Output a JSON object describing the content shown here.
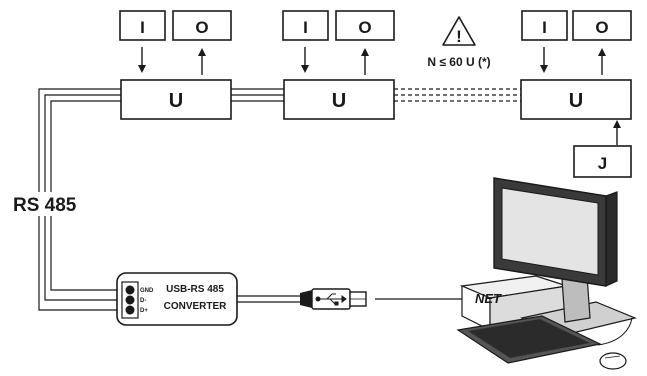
{
  "io_groups": [
    {
      "input_label": "I",
      "output_label": "O",
      "unit_label": "U"
    },
    {
      "input_label": "I",
      "output_label": "O",
      "unit_label": "U"
    },
    {
      "input_label": "I",
      "output_label": "O",
      "unit_label": "U"
    }
  ],
  "warning": {
    "symbol": "!",
    "text": "N ≤ 60 U (*)"
  },
  "j_label": "J",
  "bus_label": "RS 485",
  "converter": {
    "title_line1": "USB-RS 485",
    "title_line2": "CONVERTER",
    "pins": [
      "GND",
      "D-",
      "D+"
    ]
  },
  "computer": {
    "net_label": "NET"
  }
}
